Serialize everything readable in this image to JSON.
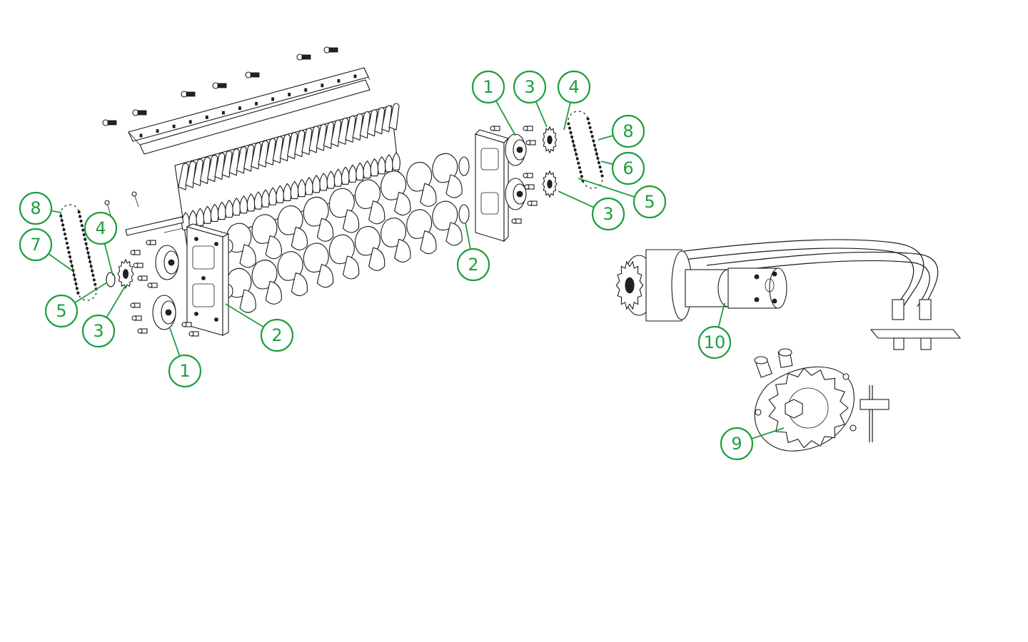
{
  "diagram": {
    "accent_color": "#1e9e3e",
    "line_color": "#1a1a1a",
    "callouts": [
      {
        "id": "c-left-8",
        "label": "8"
      },
      {
        "id": "c-left-7",
        "label": "7"
      },
      {
        "id": "c-left-4",
        "label": "4"
      },
      {
        "id": "c-left-5",
        "label": "5"
      },
      {
        "id": "c-left-3",
        "label": "3"
      },
      {
        "id": "c-left-2",
        "label": "2"
      },
      {
        "id": "c-left-1",
        "label": "1"
      },
      {
        "id": "c-right-1",
        "label": "1"
      },
      {
        "id": "c-right-3a",
        "label": "3"
      },
      {
        "id": "c-right-4",
        "label": "4"
      },
      {
        "id": "c-right-8",
        "label": "8"
      },
      {
        "id": "c-right-6",
        "label": "6"
      },
      {
        "id": "c-right-5",
        "label": "5"
      },
      {
        "id": "c-right-3b",
        "label": "3"
      },
      {
        "id": "c-right-2",
        "label": "2"
      },
      {
        "id": "c-motor-10",
        "label": "10"
      },
      {
        "id": "c-sprocket-9",
        "label": "9"
      }
    ]
  }
}
